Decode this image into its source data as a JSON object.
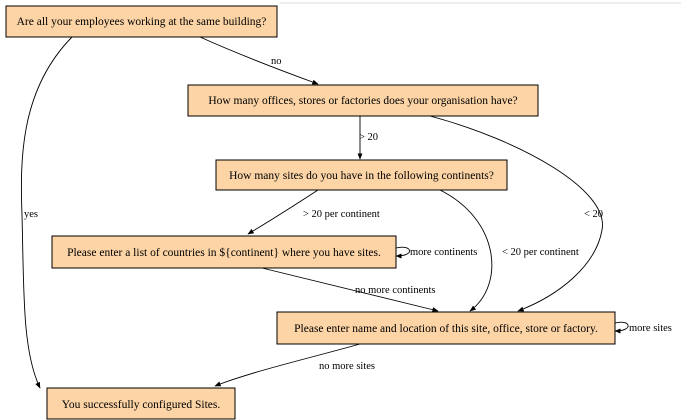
{
  "colors": {
    "node_fill": "#fcd4a6",
    "node_stroke": "#000000",
    "edge": "#000000"
  },
  "nodes": {
    "q_building": "Are all your employees working at the same building?",
    "q_offices": "How many offices, stores or factories does your organisation have?",
    "q_sites": "How many sites do you have in the following continents?",
    "q_countries": "Please enter a list of countries in ${continent} where you have sites.",
    "q_location": "Please enter name and location of this site, office, store or factory.",
    "done": "You successfully configured Sites."
  },
  "edges": {
    "no": "no",
    "yes": "yes",
    "gt20": "> 20",
    "lt20": "< 20",
    "gt20_per_continent": "> 20 per continent",
    "lt20_per_continent": "< 20 per continent",
    "more_continents": "more continents",
    "no_more_continents": "no more continents",
    "more_sites": "more sites",
    "no_more_sites": "no more sites"
  }
}
